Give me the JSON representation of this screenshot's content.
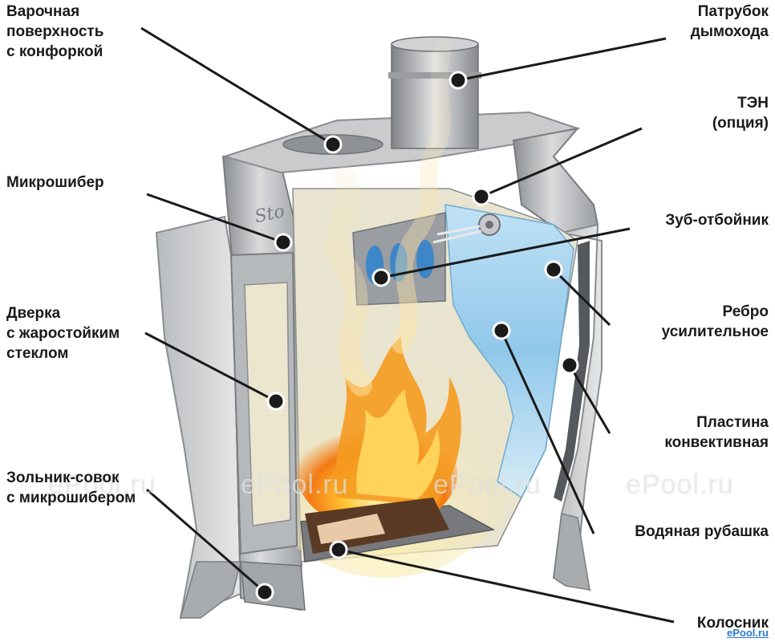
{
  "labels": {
    "cooktop": [
      "Варочная",
      "поверхность",
      "с конфоркой"
    ],
    "chimney": [
      "Патрубок",
      "дымохода"
    ],
    "heater": [
      "ТЭН",
      "(опция)"
    ],
    "damper": [
      "Микрошибер"
    ],
    "deflector": [
      "Зуб-отбойник"
    ],
    "door": [
      "Дверка",
      "с жаростойким",
      "стеклом"
    ],
    "rib": [
      "Ребро",
      "усилительное"
    ],
    "convector": [
      "Пластина",
      "конвективная"
    ],
    "ashpan": [
      "Зольник-совок",
      "с микрошибером"
    ],
    "jacket": [
      "Водяная рубашка"
    ],
    "grate": [
      "Колосник"
    ]
  },
  "watermarks": [
    "ePool.ru",
    "ePool.ru",
    "ePool.ru",
    "ePool.ru"
  ],
  "watermark_small": "ePool.ru",
  "stove_logo": "Sto",
  "colors": {
    "metal": "#a9acaf",
    "metal_dark": "#6e7175",
    "metal_light": "#d8dadc",
    "water": "#6fb8e6",
    "fire": "#f5a623",
    "leader": "#1a1a1a"
  }
}
